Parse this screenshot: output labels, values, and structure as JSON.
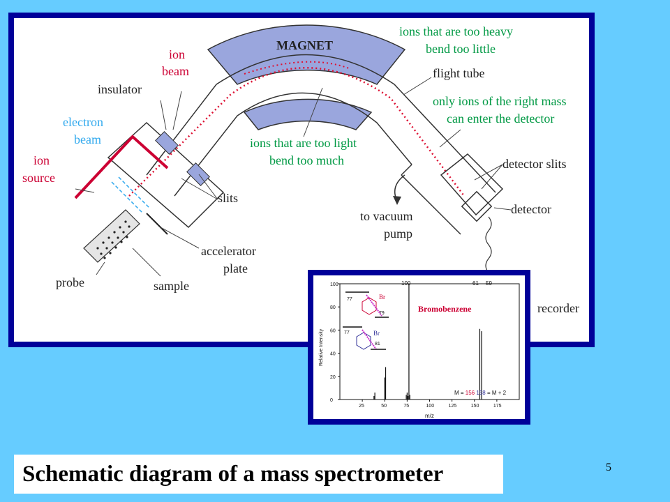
{
  "diagram": {
    "labels": {
      "magnet": "MAGNET",
      "heavy_1": "ions that are too heavy",
      "heavy_2": "bend too little",
      "flight_tube": "flight tube",
      "right_mass_1": "only ions of the right mass",
      "right_mass_2": "can enter the detector",
      "ion_beam_1": "ion",
      "ion_beam_2": "beam",
      "insulator": "insulator",
      "electron_beam_1": "electron",
      "electron_beam_2": "beam",
      "ion_source_1": "ion",
      "ion_source_2": "source",
      "light_1": "ions that are too light",
      "light_2": "bend too much",
      "detector_slits": "detector slits",
      "slits": "slits",
      "vacuum_1": "to vacuum",
      "vacuum_2": "pump",
      "detector": "detector",
      "accelerator_1": "accelerator",
      "accelerator_2": "plate",
      "probe": "probe",
      "sample": "sample",
      "recorder": "recorder"
    },
    "colors": {
      "frame": "#000099",
      "magnet_fill": "#9aa6dd",
      "red_label": "#cc0033",
      "green_label": "#009944",
      "blue_label": "#33aaee",
      "beam": "#dd1133"
    }
  },
  "spectrum": {
    "compound": "Bromobenzene",
    "ylabel": "Relative Intensity",
    "xlabel": "m/z",
    "x_ticks": [
      "25",
      "50",
      "75",
      "100",
      "125",
      "150",
      "175"
    ],
    "y_ticks": [
      "0",
      "20",
      "40",
      "60",
      "80",
      "100"
    ],
    "peak_labels": [
      "100",
      "61",
      "59"
    ],
    "fragment_top": {
      "left": "77",
      "right": "79",
      "atom": "Br"
    },
    "fragment_bottom": {
      "left": "77",
      "right": "81",
      "atom": "Br"
    },
    "annotation_prefix": "M = ",
    "annotation_m1": "156",
    "annotation_m2": "158",
    "annotation_suffix": " = M + 2"
  },
  "chart_data": {
    "type": "bar",
    "title": "Bromobenzene",
    "xlabel": "m/z",
    "ylabel": "Relative Intensity",
    "xlim": [
      0,
      200
    ],
    "ylim": [
      0,
      100
    ],
    "x": [
      38,
      39,
      50,
      51,
      74,
      75,
      76,
      77,
      78,
      156,
      158
    ],
    "values": [
      3,
      6,
      19,
      28,
      4,
      6,
      3,
      100,
      4,
      61,
      59
    ]
  },
  "caption": "Schematic diagram of a mass spectrometer",
  "slide_number": "5"
}
